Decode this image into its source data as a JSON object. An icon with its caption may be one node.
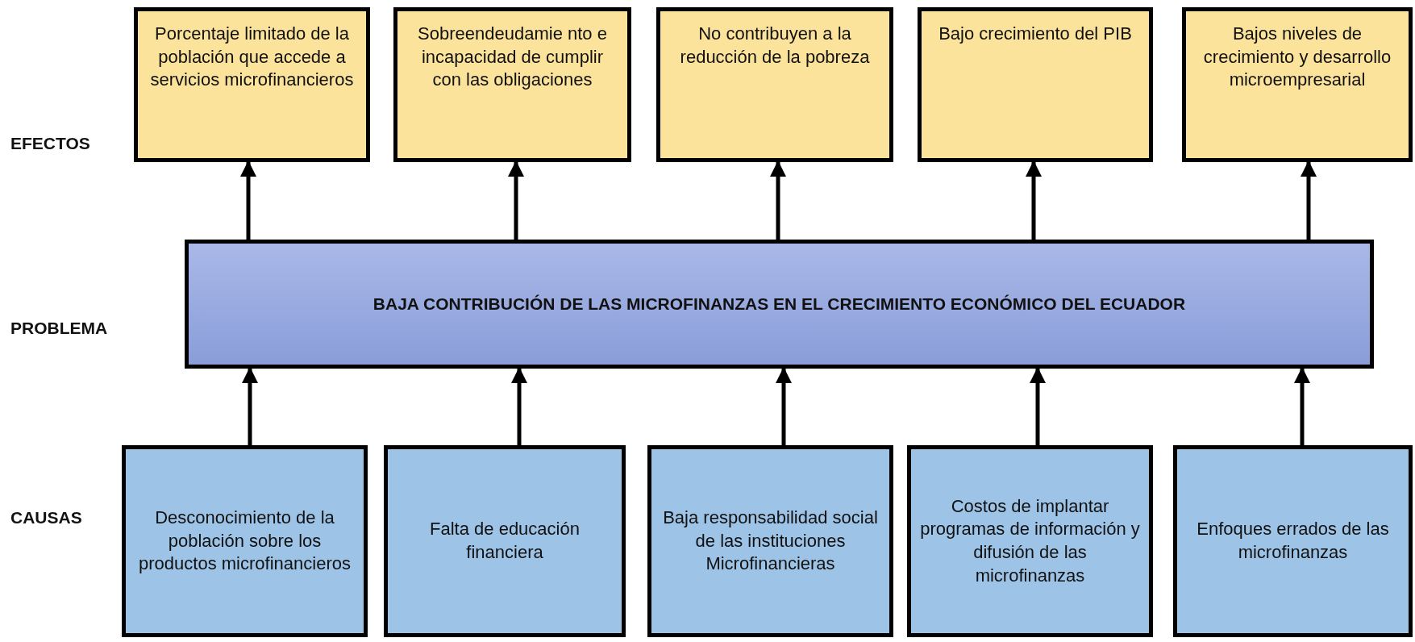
{
  "diagram": {
    "nodes": [
      {
        "text": [
          "Porcentaje limitado de la población que accede a servicios microfinancieros"
        ]
      },
      {
        "text": [
          "Sobreendeudamie nto e incapacidad de cumplir con las obligaciones"
        ]
      },
      {
        "text": [
          "No contribuyen a la reducción de la pobreza"
        ]
      },
      {
        "text": [
          "Bajo crecimiento del PIB"
        ]
      },
      {
        "text": [
          "Bajos niveles de crecimiento y desarrollo microempresarial"
        ]
      },
      {
        "text": [
          "BAJA CONTRIBUCIÓN DE LAS MICROFINANZAS EN EL CRECIMIENTO ECONÓMICO DEL ECUADOR"
        ]
      },
      {
        "text": [
          "Desconocimiento de la población sobre los productos microfinancieros"
        ]
      },
      {
        "text": [
          "Falta de educación financiera"
        ]
      },
      {
        "text": [
          "Baja responsabilidad social de las instituciones Microfinancieras"
        ]
      },
      {
        "text": [
          "Costos de implantar programas de información y difusión de las microfinanzas"
        ]
      },
      {
        "text": [
          "Enfoques errados de las microfinanzas"
        ]
      }
    ],
    "edges": [
      {
        "from": 5,
        "to": 0,
        "arrow": "to"
      },
      {
        "from": 5,
        "to": 1,
        "arrow": "to"
      },
      {
        "from": 5,
        "to": 2,
        "arrow": "to"
      },
      {
        "from": 5,
        "to": 3,
        "arrow": "to"
      },
      {
        "from": 5,
        "to": 4,
        "arrow": "to"
      },
      {
        "from": 6,
        "to": 5,
        "arrow": "to"
      },
      {
        "from": 7,
        "to": 5,
        "arrow": "to"
      },
      {
        "from": 8,
        "to": 5,
        "arrow": "to"
      },
      {
        "from": 9,
        "to": 5,
        "arrow": "to"
      },
      {
        "from": 10,
        "to": 5,
        "arrow": "to"
      }
    ],
    "labels": [
      "EFECTOS",
      "PROBLEMA",
      "CAUSAS"
    ]
  }
}
